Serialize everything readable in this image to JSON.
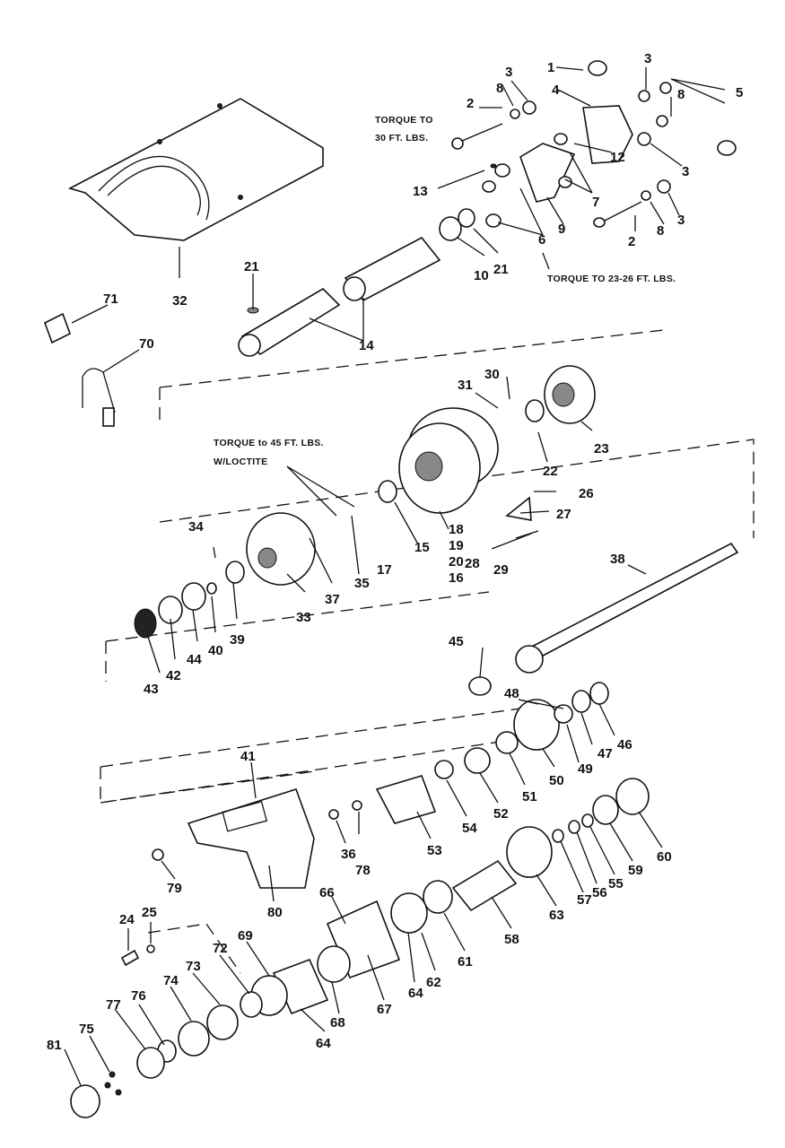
{
  "notes": {
    "torque_30": [
      "TORQUE TO",
      "30 FT. LBS."
    ],
    "torque_23_26": "TORQUE TO 23-26 FT. LBS.",
    "torque_45": [
      "TORQUE to 45 FT. LBS.",
      "W/LOCTITE"
    ]
  },
  "callouts": [
    "1",
    "2",
    "3",
    "4",
    "5",
    "6",
    "7",
    "8",
    "9",
    "10",
    "12",
    "13",
    "14",
    "15",
    "16",
    "17",
    "18",
    "19",
    "20",
    "21",
    "22",
    "23",
    "24",
    "25",
    "26",
    "27",
    "28",
    "29",
    "30",
    "31",
    "32",
    "33",
    "34",
    "35",
    "36",
    "37",
    "38",
    "39",
    "40",
    "41",
    "42",
    "43",
    "44",
    "45",
    "46",
    "47",
    "48",
    "49",
    "50",
    "51",
    "52",
    "53",
    "54",
    "55",
    "56",
    "57",
    "58",
    "59",
    "60",
    "61",
    "62",
    "63",
    "64",
    "66",
    "67",
    "68",
    "69",
    "70",
    "71",
    "72",
    "73",
    "74",
    "75",
    "76",
    "77",
    "78",
    "79",
    "80",
    "81"
  ],
  "labels": {
    "n1": "1",
    "n2a": "2",
    "n2b": "2",
    "n3a": "3",
    "n3b": "3",
    "n3c": "3",
    "n3d": "3",
    "n4": "4",
    "n5": "5",
    "n6": "6",
    "n7": "7",
    "n8a": "8",
    "n8b": "8",
    "n8c": "8",
    "n9": "9",
    "n10": "10",
    "n12": "12",
    "n13": "13",
    "n14": "14",
    "n15": "15",
    "n16": "16",
    "n17": "17",
    "n18": "18",
    "n19": "19",
    "n20": "20",
    "n21a": "21",
    "n21b": "21",
    "n22": "22",
    "n23": "23",
    "n26": "26",
    "n27": "27",
    "n28": "28",
    "n29": "29",
    "n30": "30",
    "n31": "31",
    "n32": "32",
    "n33": "33",
    "n34": "34",
    "n35": "35",
    "n36": "36",
    "n37": "37",
    "n38": "38",
    "n39": "39",
    "n40": "40",
    "n41": "41",
    "n42": "42",
    "n43": "43",
    "n44": "44",
    "n45": "45",
    "n46": "46",
    "n47": "47",
    "n48": "48",
    "n49": "49",
    "n50": "50",
    "n51": "51",
    "n52": "52",
    "n53": "53",
    "n54": "54",
    "n55": "55",
    "n56": "56",
    "n57": "57",
    "n58": "58",
    "n59": "59",
    "n60": "60",
    "n61": "61",
    "n62": "62",
    "n63": "63",
    "n64": "64",
    "n66": "66",
    "n67": "67",
    "n68": "68",
    "n69": "69",
    "n70": "70",
    "n71": "71",
    "n72": "72",
    "n73": "73",
    "n74": "74",
    "n75": "75",
    "n76": "76",
    "n77": "77",
    "n78": "78",
    "n79": "79",
    "n80": "80",
    "n81": "81",
    "n24": "24",
    "n25": "25"
  }
}
